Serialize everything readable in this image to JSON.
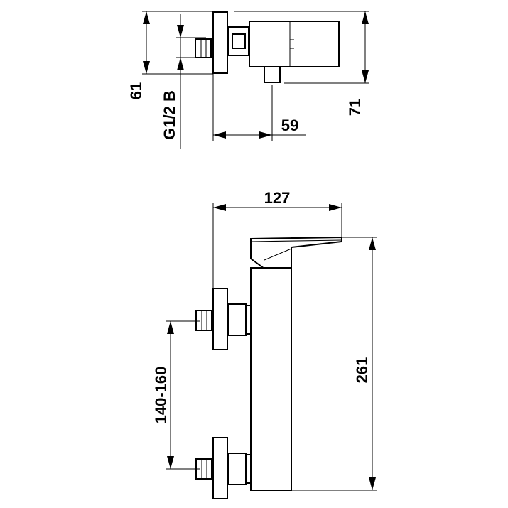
{
  "dimensions": {
    "top_view": {
      "depth_61": "61",
      "thread": "G1/2 B",
      "offset_59": "59",
      "height_71": "71"
    },
    "front_view": {
      "width_127": "127",
      "height_261": "261",
      "centers": "140-160"
    }
  }
}
